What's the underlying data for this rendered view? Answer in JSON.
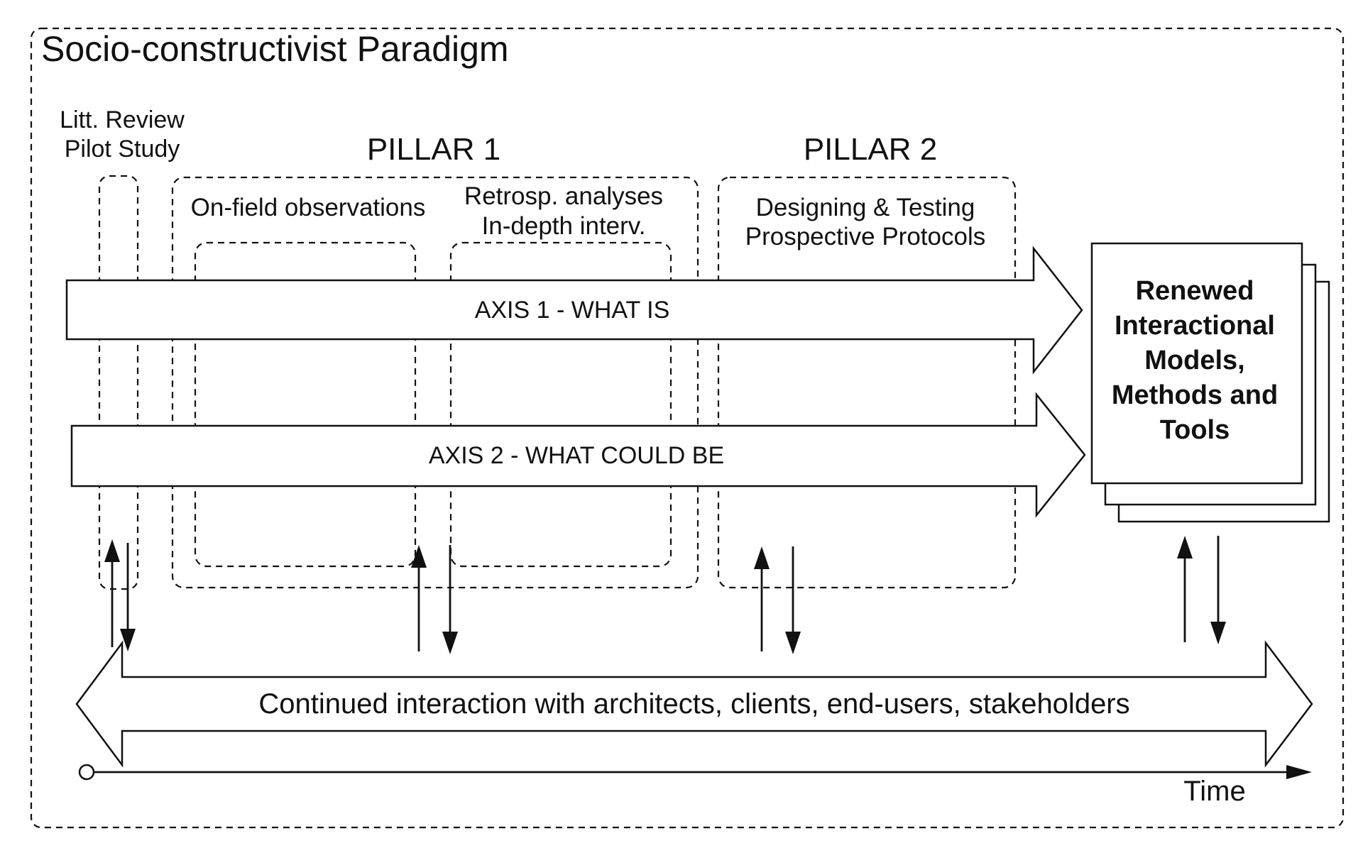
{
  "paradigm_title": "Socio-constructivist Paradigm",
  "preliminary": {
    "line1": "Litt. Review",
    "line2": "Pilot Study"
  },
  "pillar1": {
    "title": "PILLAR 1",
    "sub1": "On-field observations",
    "sub2_line1": "Retrosp. analyses",
    "sub2_line2": "In-depth interv."
  },
  "pillar2": {
    "title": "PILLAR 2",
    "line1": "Designing & Testing",
    "line2": "Prospective Protocols"
  },
  "axis1_label": "AXIS 1 - WHAT IS",
  "axis2_label": "AXIS 2 - WHAT COULD BE",
  "outcome": {
    "line1": "Renewed",
    "line2": "Interactional",
    "line3": "Models,",
    "line4": "Methods and",
    "line5": "Tools"
  },
  "interaction_label": "Continued interaction with architects, clients, end-users, stakeholders",
  "time_label": "Time"
}
